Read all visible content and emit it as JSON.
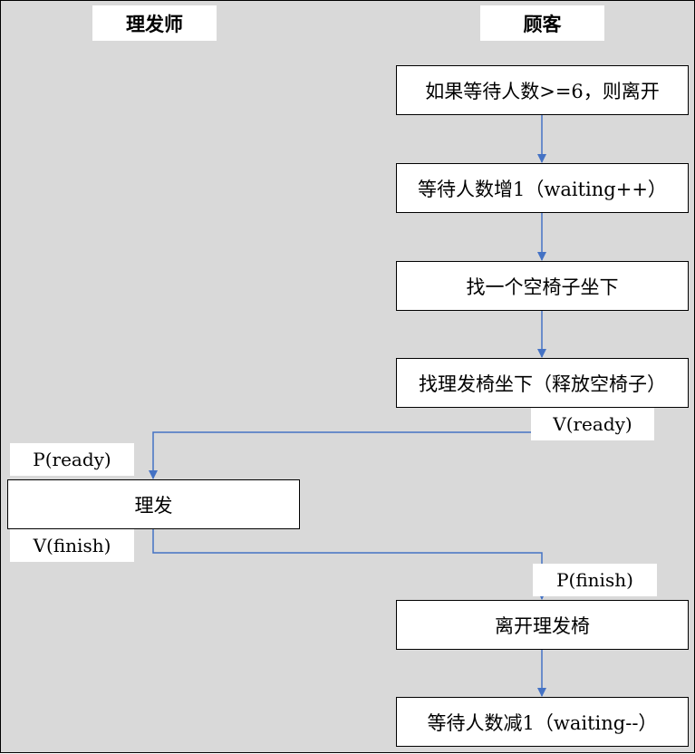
{
  "lanes": {
    "barber": "理发师",
    "customer": "顾客"
  },
  "nodes": {
    "check_wait": "如果等待人数>=6，则离开",
    "inc_wait": "等待人数增1（waiting++）",
    "find_chair": "找一个空椅子坐下",
    "sit_barber_chair": "找理发椅坐下（释放空椅子）",
    "haircut": "理发",
    "leave_chair": "离开理发椅",
    "dec_wait": "等待人数减1（waiting--）"
  },
  "ops": {
    "v_ready": "V(ready)",
    "p_ready": "P(ready)",
    "v_finish": "V(finish)",
    "p_finish": "P(finish)"
  },
  "colors": {
    "background": "#d9d9d9",
    "arrow": "#4472c4"
  }
}
